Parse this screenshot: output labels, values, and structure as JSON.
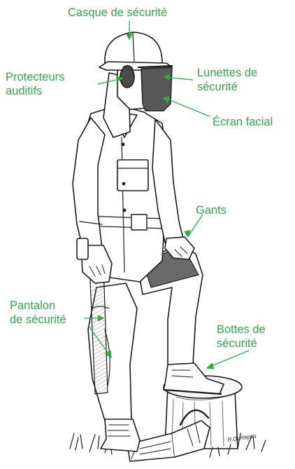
{
  "colors": {
    "label_green": "#2daa4a",
    "ink": "#1a1a1a",
    "mesh_dark": "#2e2e2e",
    "stump_shade": "#6a6a6a"
  },
  "labels": {
    "helmet": "Casque de sécurité",
    "ear_protectors": "Protecteurs\nauditifs",
    "safety_glasses": "Lunettes de\nsécurité",
    "face_screen": "Écran facial",
    "gloves": "Gants",
    "safety_pants": "Pantalon\nde sécurité",
    "safety_boots": "Bottes de\nsécurité"
  },
  "artist_signature": "R.DuRepos"
}
